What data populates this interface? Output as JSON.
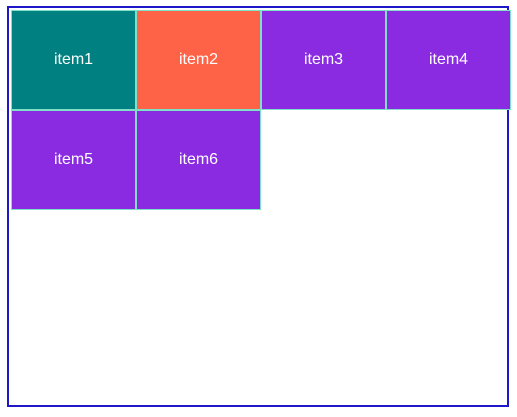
{
  "items": [
    {
      "label": "item1",
      "color": "#008080"
    },
    {
      "label": "item2",
      "color": "#ff6347"
    },
    {
      "label": "item3",
      "color": "#8a2be2"
    },
    {
      "label": "item4",
      "color": "#8a2be2"
    },
    {
      "label": "item5",
      "color": "#8a2be2"
    },
    {
      "label": "item6",
      "color": "#8a2be2"
    }
  ],
  "colors": {
    "container_border": "#1e18c8",
    "item_border": "#7fe0c8",
    "text": "#ffffff"
  }
}
